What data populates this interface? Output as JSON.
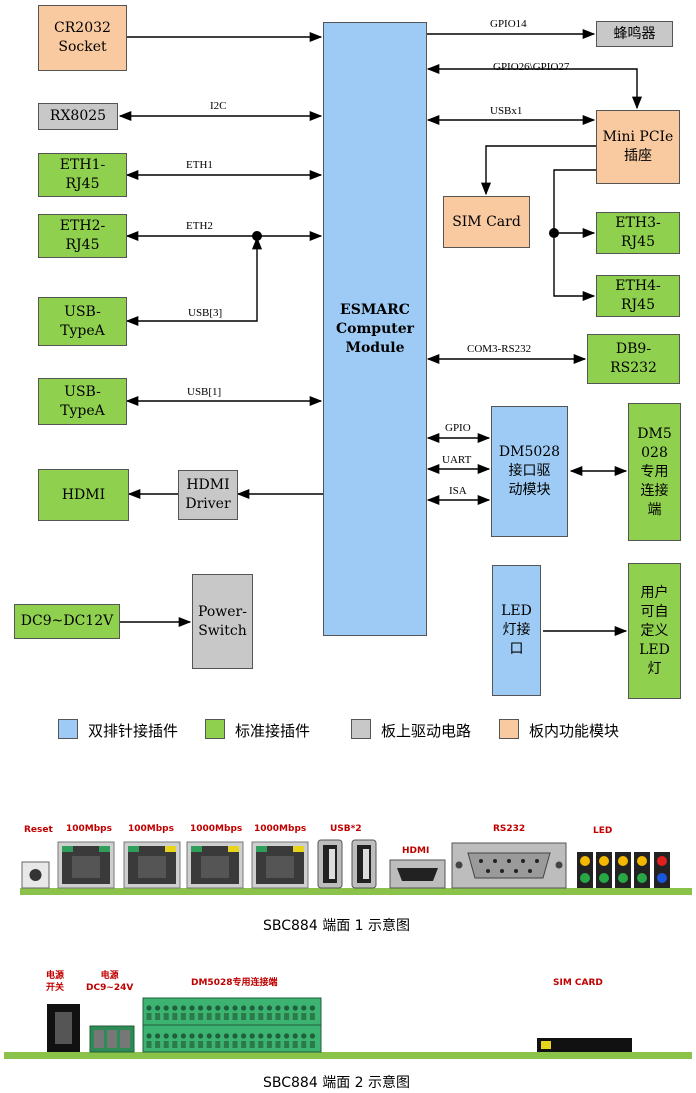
{
  "blocks": {
    "cr2032": "CR2032\nSocket",
    "rx8025": "RX8025",
    "eth1": "ETH1-\nRJ45",
    "eth2": "ETH2-\nRJ45",
    "usb_a1": "USB-\nTypeA",
    "usb_a2": "USB-\nTypeA",
    "hdmi": "HDMI",
    "hdmi_driver": "HDMI\nDriver",
    "dc": "DC9~DC12V",
    "power_switch": "Power-\nSwitch",
    "module": "ESMARC\nComputer\nModule",
    "buzzer": "蜂鸣器",
    "mini_pcie": "Mini PCIe\n插座",
    "sim_card": "SIM Card",
    "eth3": "ETH3-\nRJ45",
    "eth4": "ETH4-\nRJ45",
    "db9": "DB9-\nRS232",
    "dm5028_module": "DM5028\n接口驱\n动模块",
    "dm5028_port": "DM5\n028\n专用\n连接\n端",
    "led_iface": "LED\n灯接\n口",
    "user_led": "用户\n可自\n定义\nLED\n灯"
  },
  "links": {
    "i2c": "I2C",
    "eth1": "ETH1",
    "eth2": "ETH2",
    "usb3": "USB[3]",
    "usb1": "USB[1]",
    "gpio14": "GPIO14",
    "gpio26_27": "GPIO26\\GPIO27",
    "usbx1": "USBx1",
    "com3": "COM3-RS232",
    "gpio": "GPIO",
    "uart": "UART",
    "isa": "ISA"
  },
  "legend": [
    {
      "label": "双排针接插件",
      "color": "#9ecbf5"
    },
    {
      "label": "标准接插件",
      "color": "#8fd14f"
    },
    {
      "label": "板上驱动电路",
      "color": "#c8c8c8"
    },
    {
      "label": "板内功能模块",
      "color": "#f9c9a0"
    }
  ],
  "panel1": {
    "labels": {
      "reset": "Reset",
      "eth_100_a": "100Mbps",
      "eth_100_b": "100Mbps",
      "eth_1000_a": "1000Mbps",
      "eth_1000_b": "1000Mbps",
      "usb2": "USB*2",
      "hdmi": "HDMI",
      "rs232": "RS232",
      "led": "LED"
    },
    "caption": "SBC884 端面 1 示意图"
  },
  "panel2": {
    "labels": {
      "power_switch": "电源\n开关",
      "power_input": "电源\nDC9~24V",
      "dm5028": "DM5028专用连接端",
      "sim": "SIM CARD"
    },
    "caption": "SBC884 端面 2 示意图"
  }
}
